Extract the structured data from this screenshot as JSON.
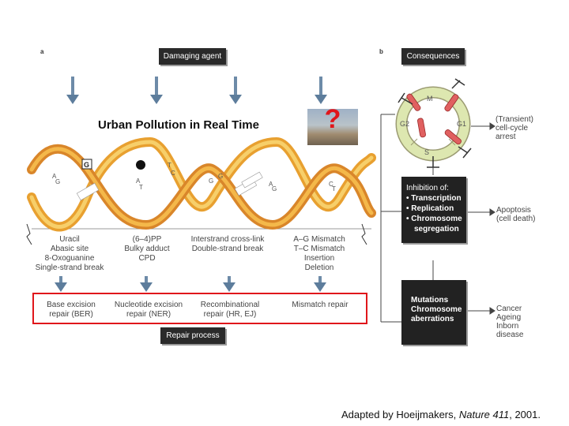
{
  "panel_a": {
    "letter": "a",
    "damaging_agent": "Damaging agent",
    "repair_process": "Repair process",
    "lesions": [
      [
        "Uracil",
        "Abasic site",
        "8-Oxoguanine",
        "Single-strand break"
      ],
      [
        "(6–4)PP",
        "Bulky adduct",
        "CPD"
      ],
      [
        "Interstrand cross-link",
        "Double-strand break"
      ],
      [
        "A–G Mismatch",
        "T–C Mismatch",
        "Insertion",
        "Deletion"
      ]
    ],
    "repairs": [
      [
        "Base excision",
        "repair (BER)"
      ],
      [
        "Nucleotide excision",
        "repair (NER)"
      ],
      [
        "Recombinational",
        "repair (HR, EJ)"
      ],
      [
        "Mismatch repair"
      ]
    ],
    "urban_title": "Urban Pollution in Real Time",
    "question_mark": "?"
  },
  "panel_b": {
    "letter": "b",
    "consequences": "Consequences",
    "cycle_labels": {
      "m": "M",
      "g1": "G1",
      "g2": "G2",
      "s": "S"
    },
    "inhibition": {
      "title": "Inhibition of:",
      "items": [
        "• Transcription",
        "• Replication",
        "• Chromosome",
        "segregation"
      ]
    },
    "mutations": {
      "line1": "Mutations",
      "line2": "Chromosome",
      "line3": "aberrations"
    },
    "outcomes": {
      "arrest": [
        "(Transient)",
        "cell-cycle",
        "arrest"
      ],
      "apoptosis": [
        "Apoptosis",
        "(cell death)"
      ],
      "disease": [
        "Cancer",
        "Ageing",
        "Inborn",
        "disease"
      ]
    }
  },
  "footer": {
    "prefix": "Adapted by Hoeijmakers, ",
    "journal": "Nature 411",
    "suffix": ", 2001."
  }
}
